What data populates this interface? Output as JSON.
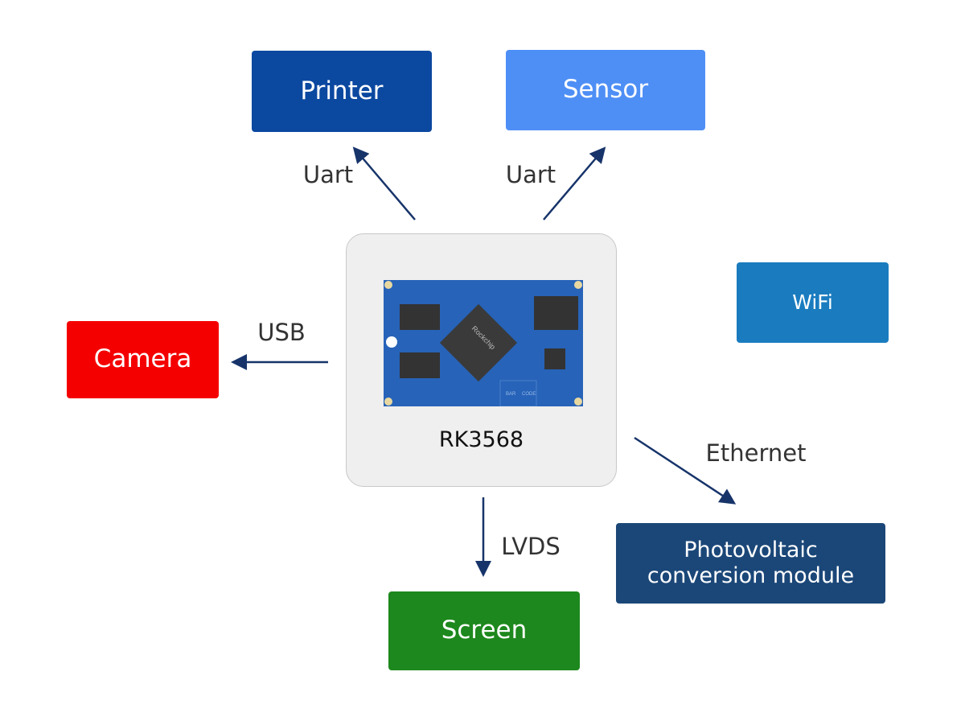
{
  "nodes": {
    "printer": {
      "label": "Printer",
      "color": "#0b48a0"
    },
    "sensor": {
      "label": "Sensor",
      "color": "#4e8ff6"
    },
    "wifi": {
      "label": "WiFi",
      "color": "#1a7cbf"
    },
    "camera": {
      "label": "Camera",
      "color": "#f40000"
    },
    "photovoltaic": {
      "label": "Photovoltaic conversion module",
      "color": "#1b4778"
    },
    "screen": {
      "label": "Screen",
      "color": "#1d881d"
    },
    "center": {
      "label": "RK3568"
    }
  },
  "edges": {
    "printer": "Uart",
    "sensor": "Uart",
    "camera": "USB",
    "photovoltaic": "Ethernet",
    "screen": "LVDS"
  },
  "board": {
    "chip_brand": "Rockchip",
    "bar_label": "BAR",
    "code_label": "CODE"
  },
  "arrow_color": "#17346a"
}
